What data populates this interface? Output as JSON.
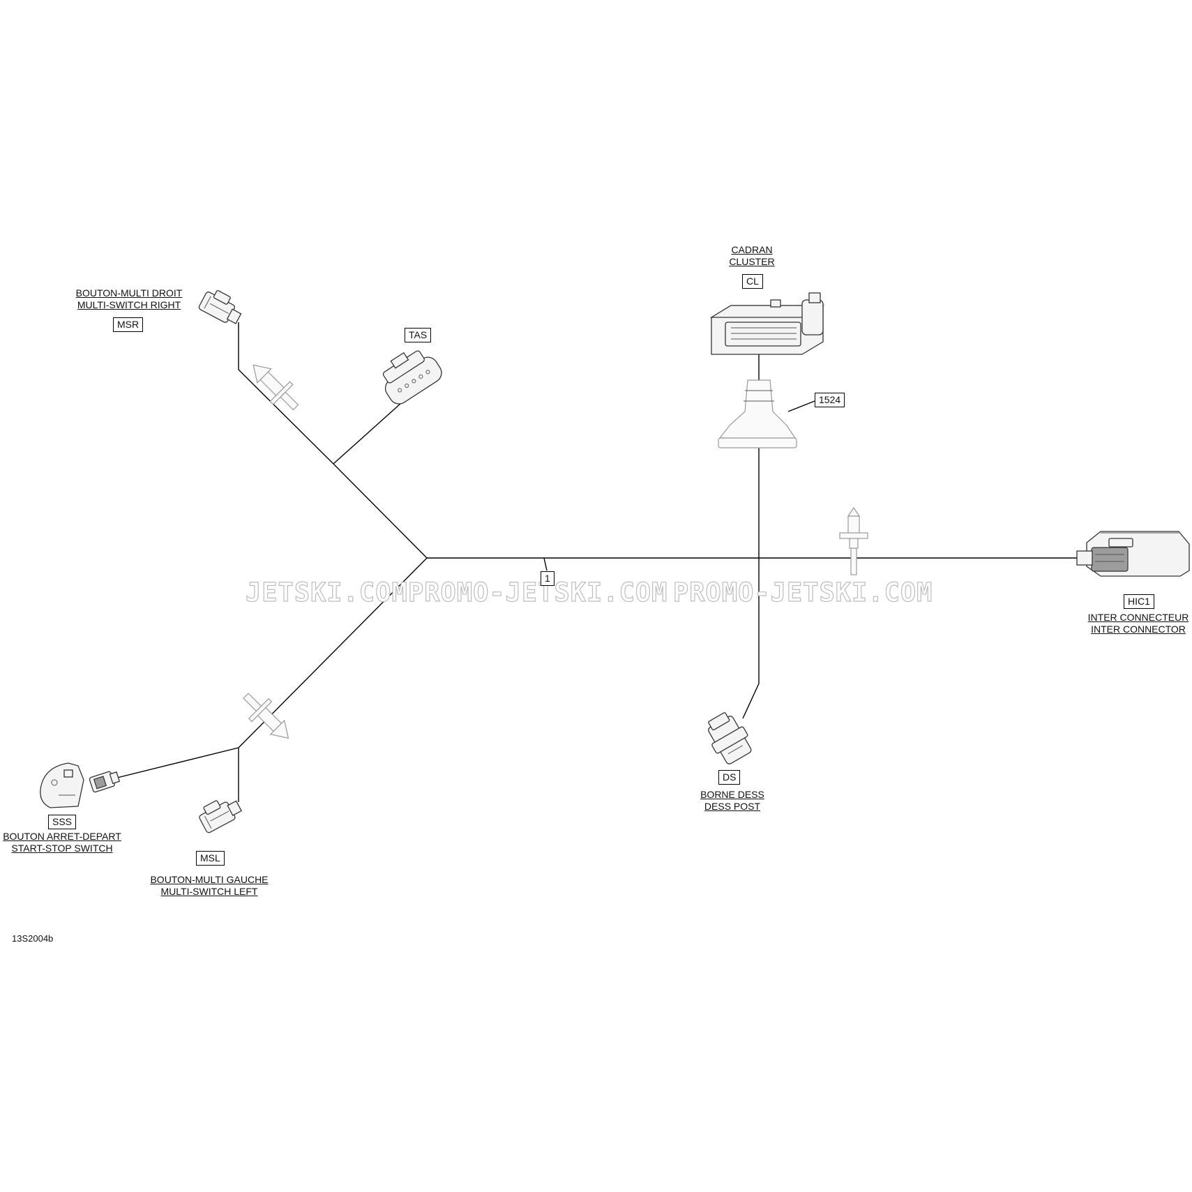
{
  "diagram": {
    "drawing_number": "13S2004b",
    "watermark": {
      "segments": [
        "JETSKI.COM",
        "PROMO-JETSKI.COM",
        "PROMO-JETSKI.COM"
      ]
    },
    "trunk_tag": "1",
    "components": {
      "msr": {
        "code": "MSR",
        "label_fr": "BOUTON-MULTI DROIT",
        "label_en": "MULTI-SWITCH RIGHT"
      },
      "tas": {
        "code": "TAS"
      },
      "cl": {
        "code": "CL",
        "label_fr": "CADRAN",
        "label_en": "CLUSTER"
      },
      "grommet": {
        "code": "1524"
      },
      "hic1": {
        "code": "HIC1",
        "label_fr": "INTER CONNECTEUR",
        "label_en": "INTER CONNECTOR"
      },
      "ds": {
        "code": "DS",
        "label_fr": "BORNE DESS",
        "label_en": "DESS POST"
      },
      "sss": {
        "code": "SSS",
        "label_fr": "BOUTON ARRET-DEPART",
        "label_en": "START-STOP SWITCH"
      },
      "msl": {
        "code": "MSL",
        "label_fr": "BOUTON-MULTI GAUCHE",
        "label_en": "MULTI-SWITCH LEFT"
      }
    }
  }
}
